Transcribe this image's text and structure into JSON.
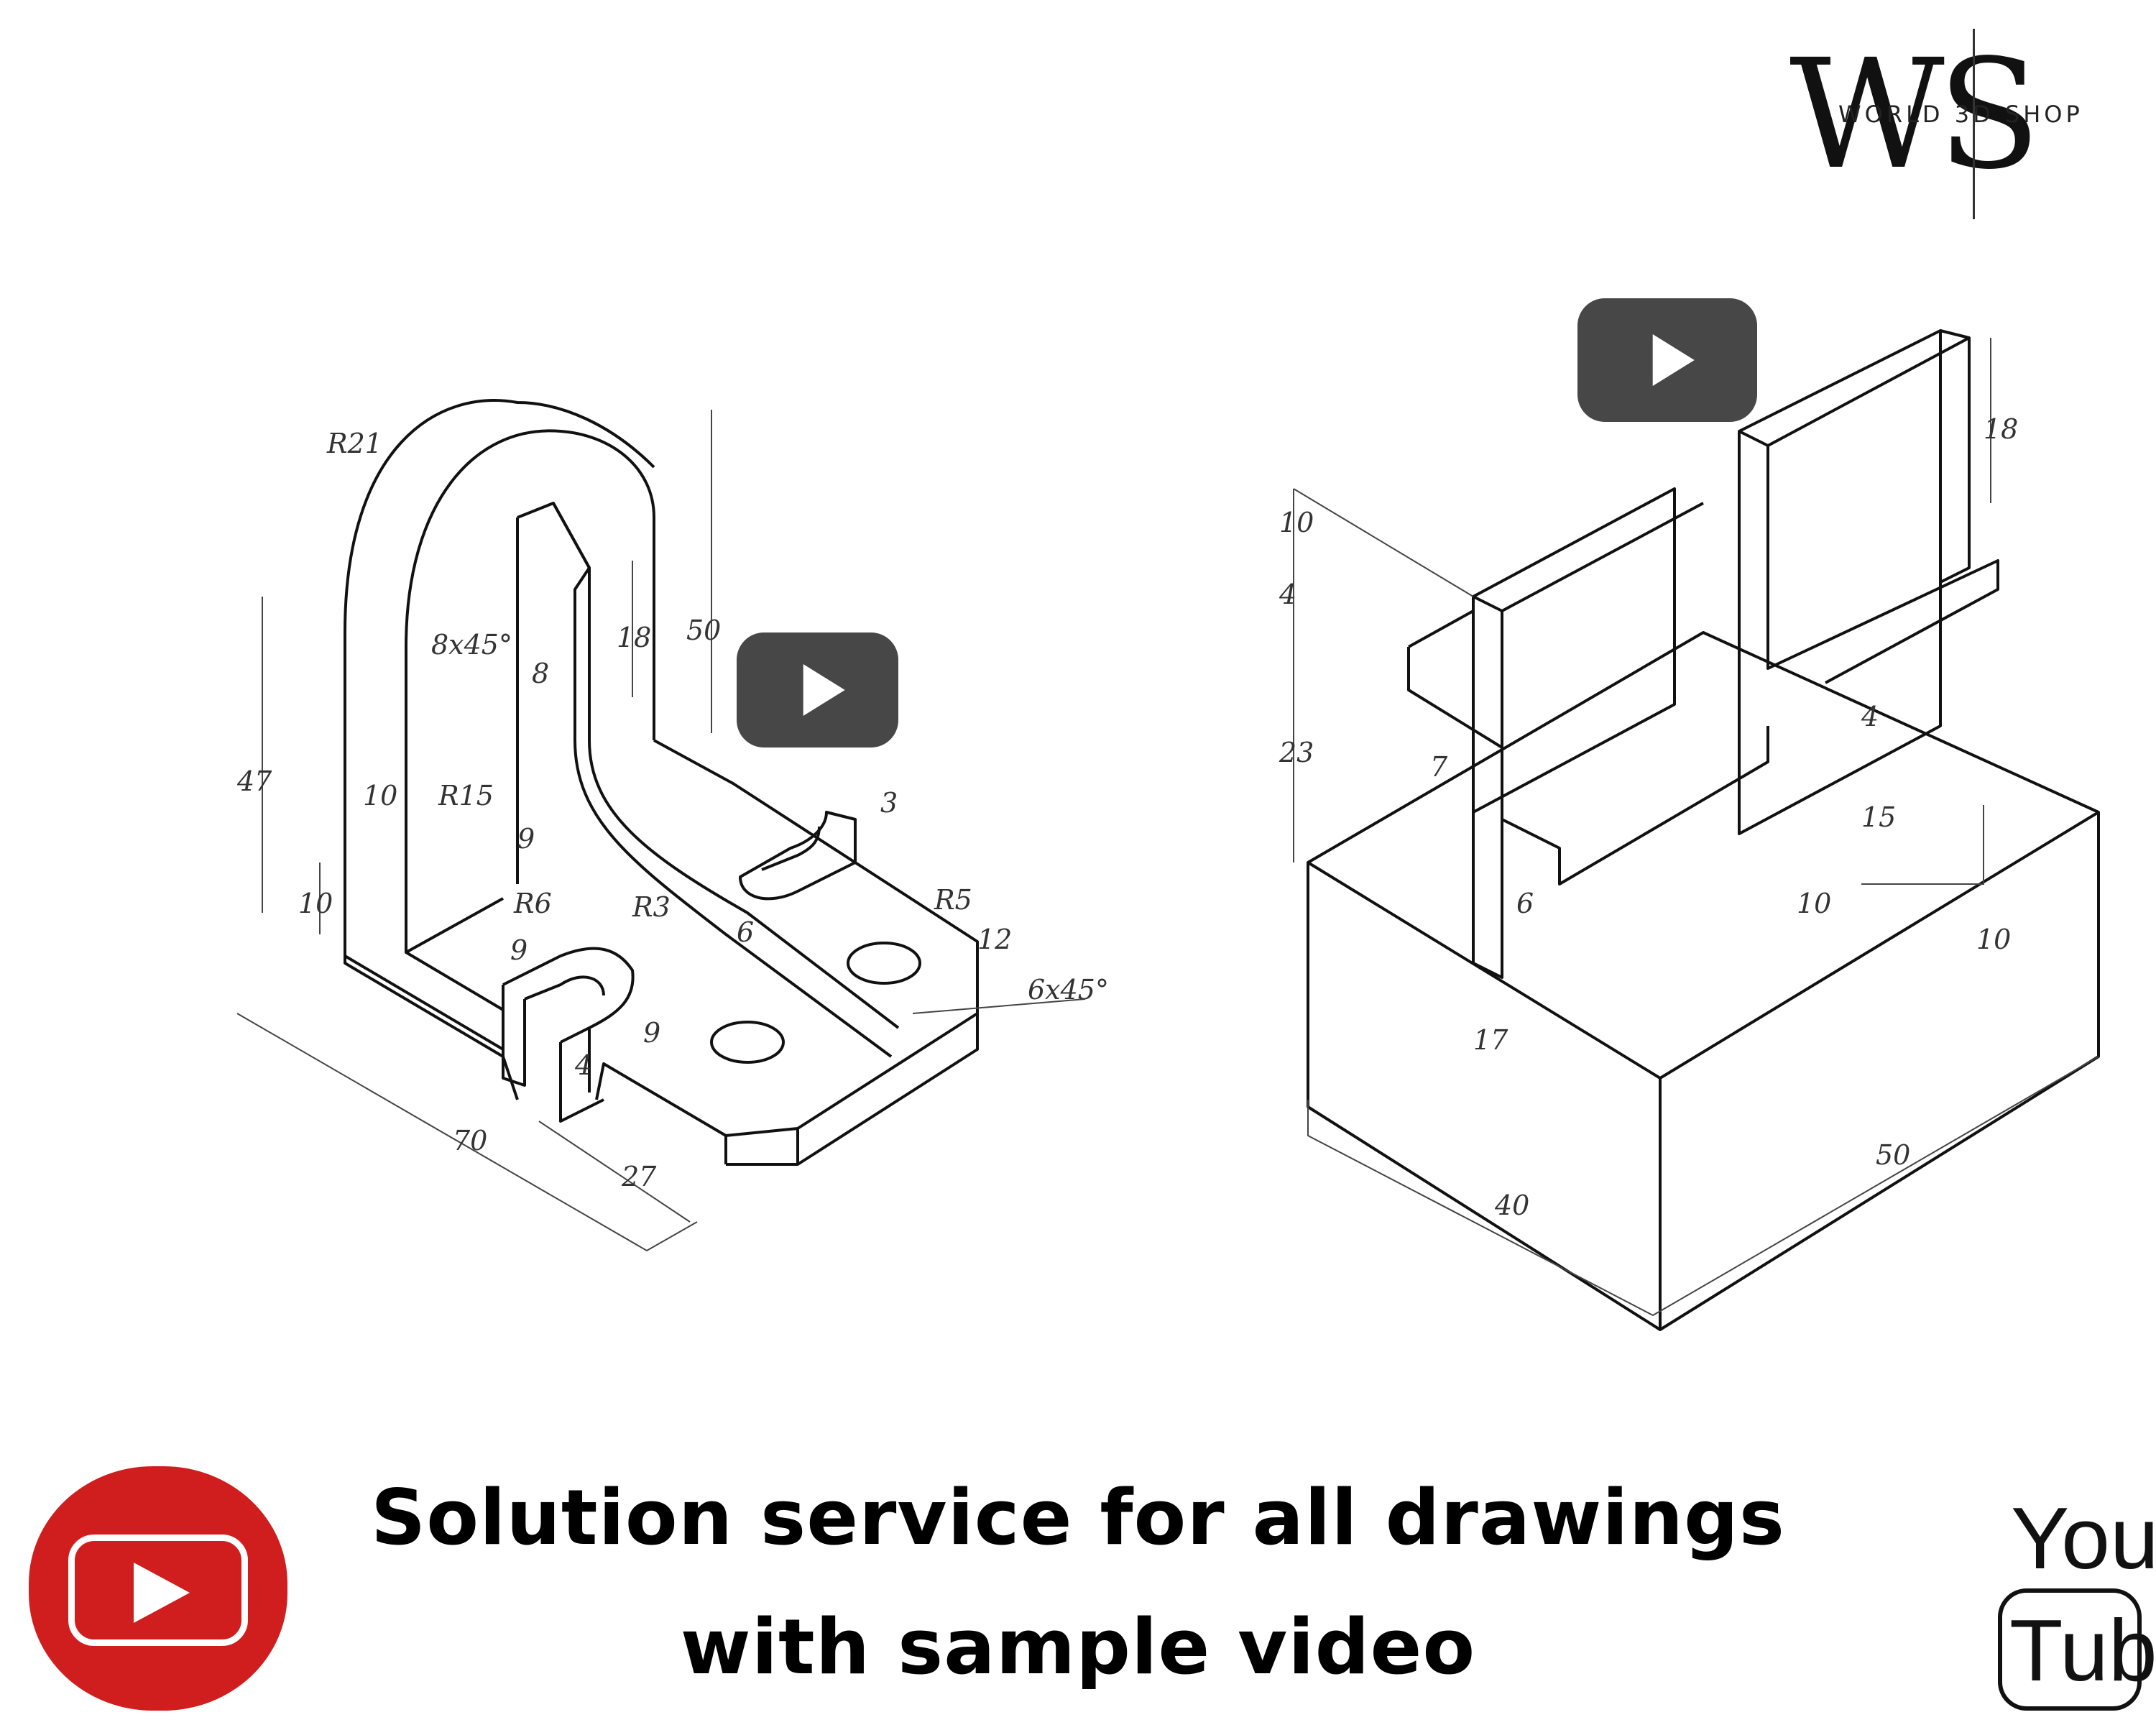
{
  "logo": {
    "letters": "WS",
    "brand": "WORLD 3D SHOP"
  },
  "caption": {
    "line1": "Solution service for all drawings",
    "line2": "with sample video"
  },
  "youtube_wordmark": {
    "top": "You",
    "bottom": "Tube"
  },
  "colors": {
    "play_button": "#474747",
    "youtube_red": "#d01e1e",
    "ink": "#000000"
  },
  "drawing_left": {
    "dims": [
      "R21",
      "8x45°",
      "18",
      "50",
      "47",
      "10",
      "R15",
      "10",
      "9",
      "R6",
      "R3",
      "3",
      "6",
      "R5",
      "12",
      "9",
      "6x45°",
      "9",
      "4",
      "70",
      "27",
      "8"
    ]
  },
  "drawing_right": {
    "dims": [
      "10",
      "4",
      "23",
      "18",
      "7",
      "4",
      "15",
      "6",
      "10",
      "10",
      "17",
      "40",
      "50"
    ]
  }
}
